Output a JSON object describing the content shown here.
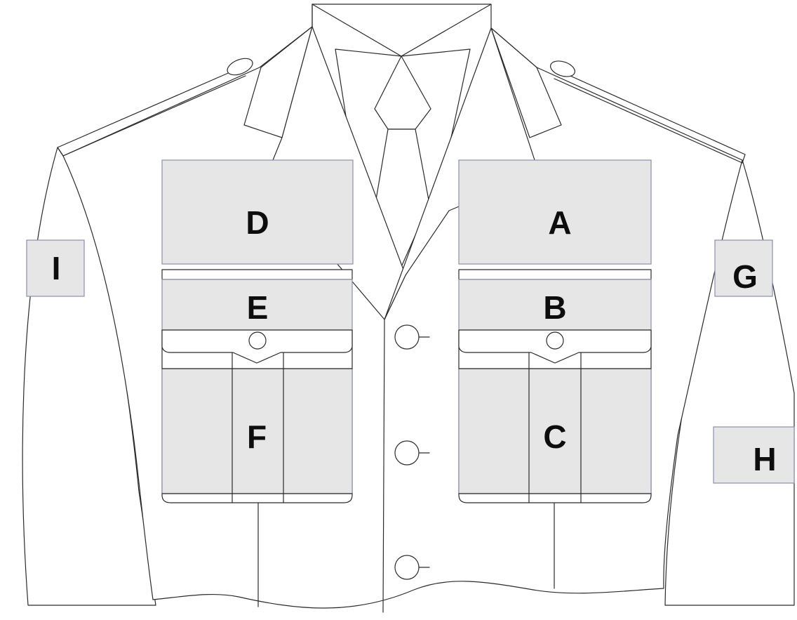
{
  "diagram": {
    "zones": [
      {
        "id": "A",
        "label": "A"
      },
      {
        "id": "B",
        "label": "B"
      },
      {
        "id": "C",
        "label": "C"
      },
      {
        "id": "D",
        "label": "D"
      },
      {
        "id": "E",
        "label": "E"
      },
      {
        "id": "F",
        "label": "F"
      },
      {
        "id": "G",
        "label": "G"
      },
      {
        "id": "H",
        "label": "H"
      },
      {
        "id": "I",
        "label": "I"
      }
    ],
    "colors": {
      "zone_fill": "#e6e6e6",
      "zone_border": "#8a8fb0",
      "outline": "#2b2b2b",
      "label": "#0d0d0d"
    }
  }
}
